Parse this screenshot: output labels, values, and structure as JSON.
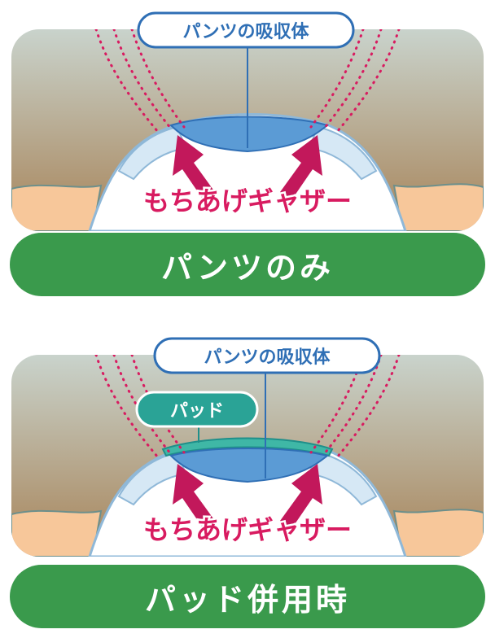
{
  "colors": {
    "banner_green": "#3a9a4c",
    "gather_pink": "#d81b60",
    "absorber_blue": "#2f6fb5",
    "pad_teal": "#1f8f8a"
  },
  "panel1": {
    "absorber_label": "パンツの吸収体",
    "gather_label": "もちあげギャザー",
    "caption": "パンツのみ"
  },
  "panel2": {
    "absorber_label": "パンツの吸収体",
    "pad_label": "パッド",
    "gather_label": "もちあげギャザー",
    "caption": "パッド併用時"
  }
}
